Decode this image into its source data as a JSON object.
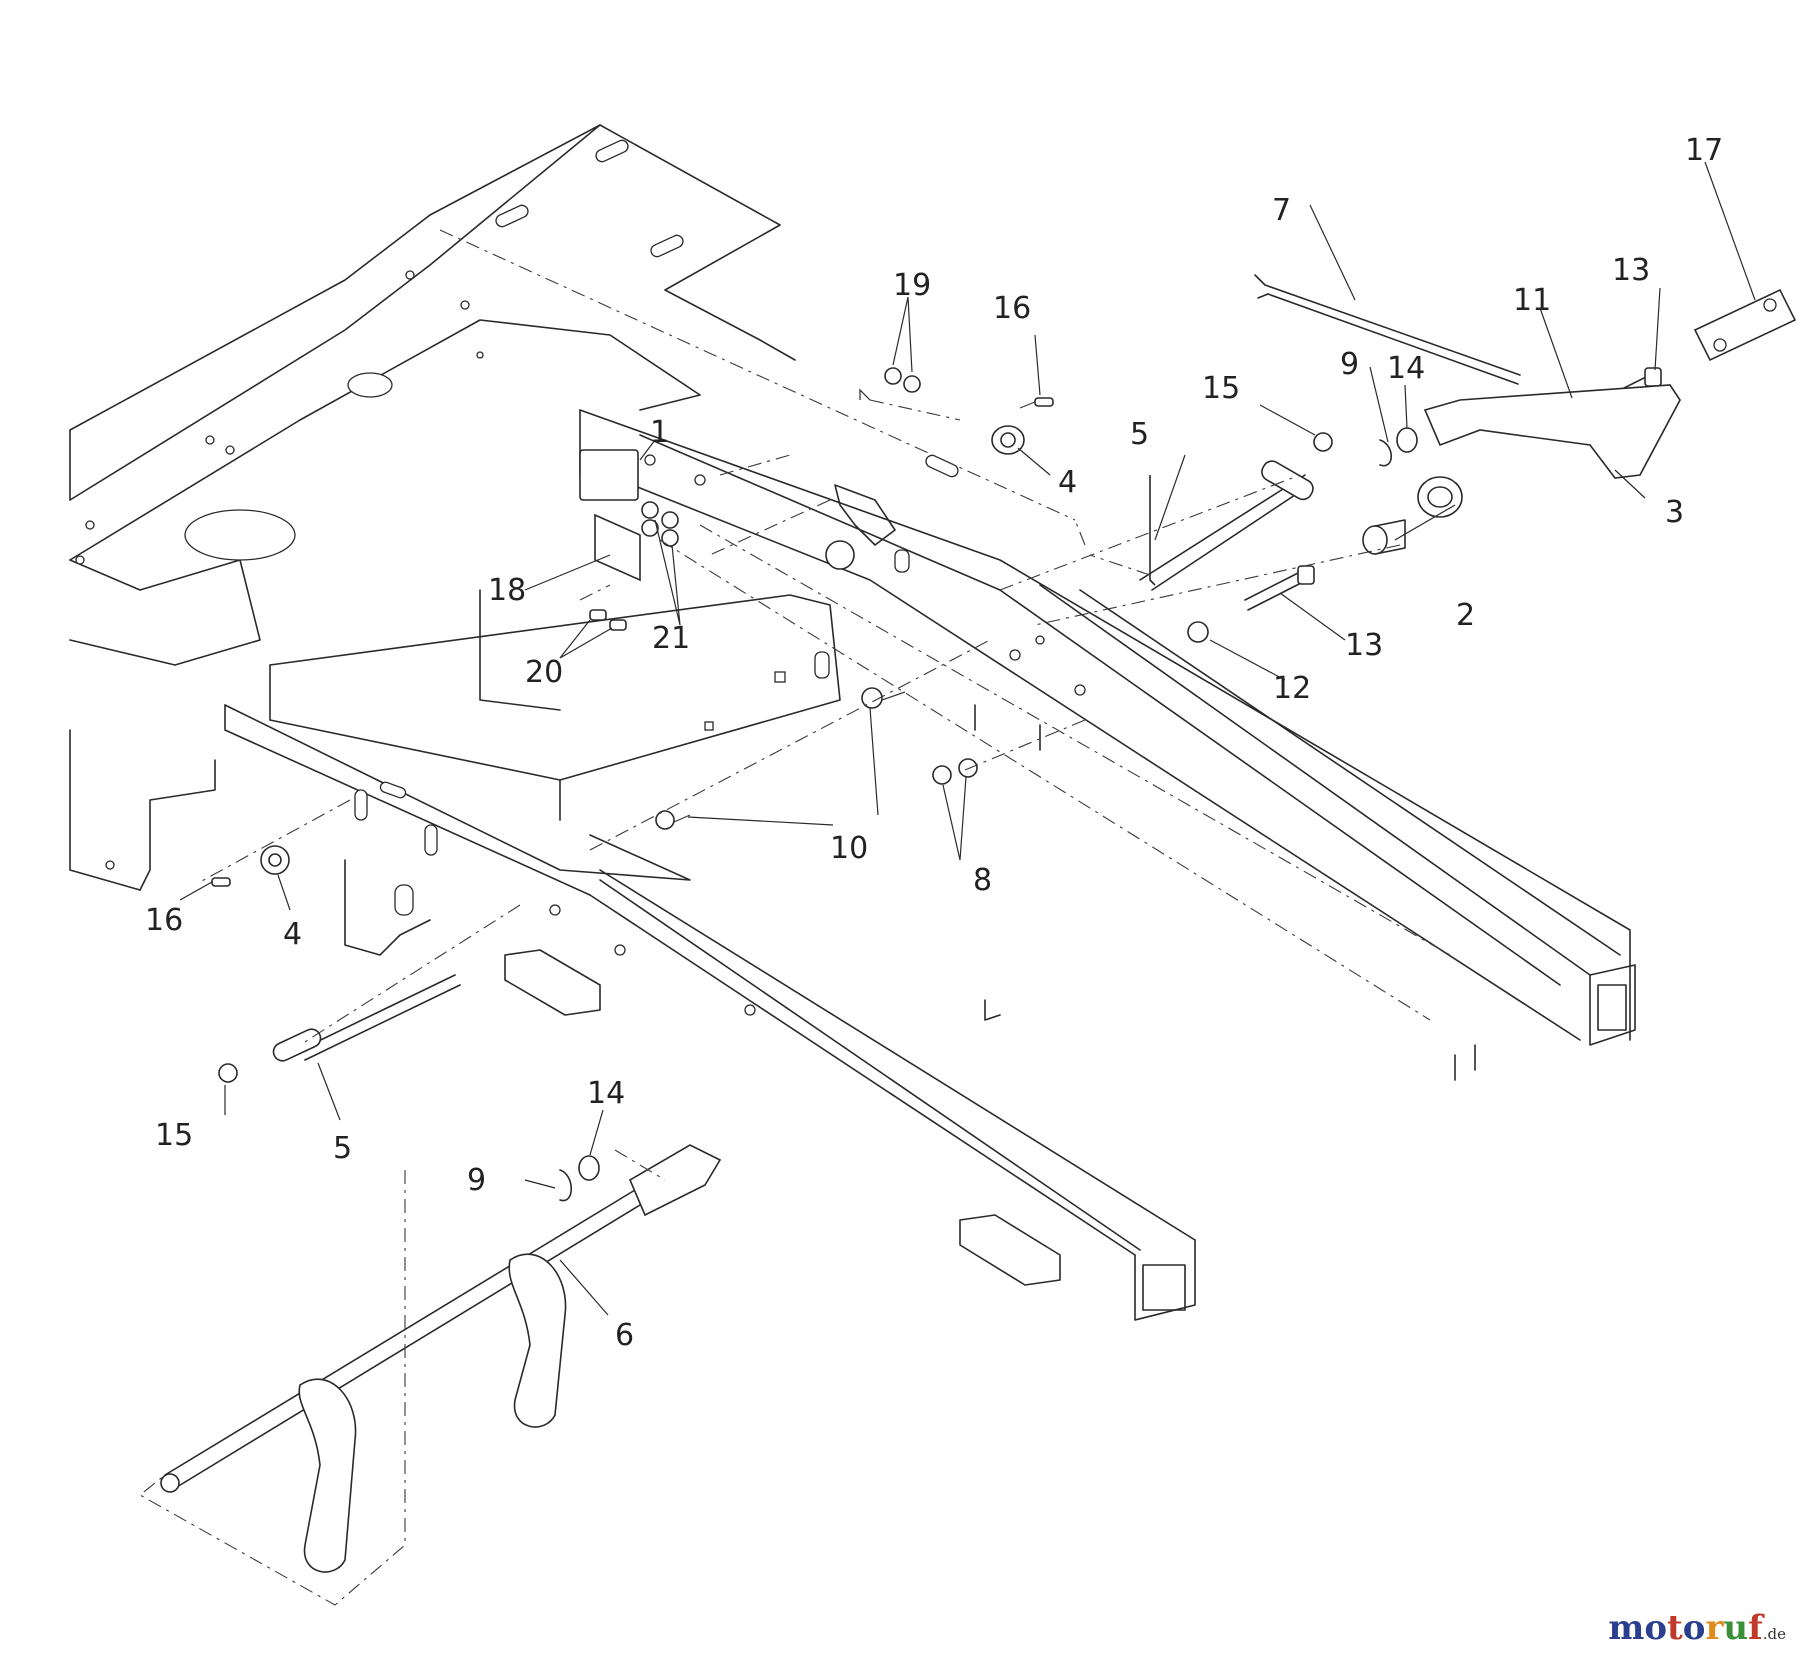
{
  "diagram": {
    "callouts": {
      "c1": "1",
      "c2": "2",
      "c3": "3",
      "c4a": "4",
      "c4b": "4",
      "c5a": "5",
      "c5b": "5",
      "c6": "6",
      "c7": "7",
      "c8": "8",
      "c9a": "9",
      "c9b": "9",
      "c10": "10",
      "c11": "11",
      "c12": "12",
      "c13a": "13",
      "c13b": "13",
      "c14a": "14",
      "c14b": "14",
      "c15a": "15",
      "c15b": "15",
      "c16a": "16",
      "c16b": "16",
      "c17": "17",
      "c18": "18",
      "c19": "19",
      "c20": "20",
      "c21": "21"
    }
  },
  "watermark": {
    "brand_m": "m",
    "brand_o1": "o",
    "brand_t": "t",
    "brand_o2": "o",
    "brand_r": "r",
    "brand_u": "u",
    "brand_f": "f",
    "tld": ".de",
    "colors": [
      "#2b3f8f",
      "#2b3f8f",
      "#c0392b",
      "#2b3f8f",
      "#e08a1e",
      "#3a8f3a",
      "#c0392b"
    ]
  }
}
